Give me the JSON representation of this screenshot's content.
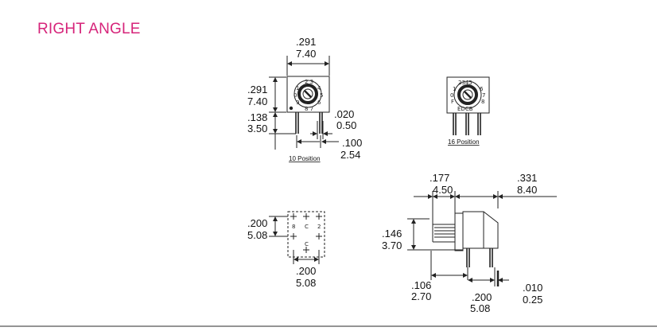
{
  "title": "RIGHT ANGLE",
  "colors": {
    "accent": "#d6247a",
    "ink": "#222222",
    "rule": "#555555"
  },
  "front_view_10": {
    "width_in": ".291",
    "width_mm": "7.40",
    "height_in": ".291",
    "height_mm": "7.40",
    "pin_len_in": ".138",
    "pin_len_mm": "3.50",
    "pin_w_in": ".020",
    "pin_w_mm": "0.50",
    "pitch_in": ".100",
    "pitch_mm": "2.54",
    "caption": "10 Position"
  },
  "front_view_16": {
    "caption": "16 Position"
  },
  "footprint": {
    "row_in": ".200",
    "row_mm": "5.08",
    "col_in": ".200",
    "col_mm": "5.08"
  },
  "side_view": {
    "shaft_in": ".177",
    "shaft_mm": "4.50",
    "body_in": ".331",
    "body_mm": "8.40",
    "height_in": ".146",
    "height_mm": "3.70",
    "offset_in": ".106",
    "offset_mm": "2.70",
    "span_in": ".200",
    "span_mm": "5.08",
    "pin_in": ".010",
    "pin_mm": "0.25"
  }
}
